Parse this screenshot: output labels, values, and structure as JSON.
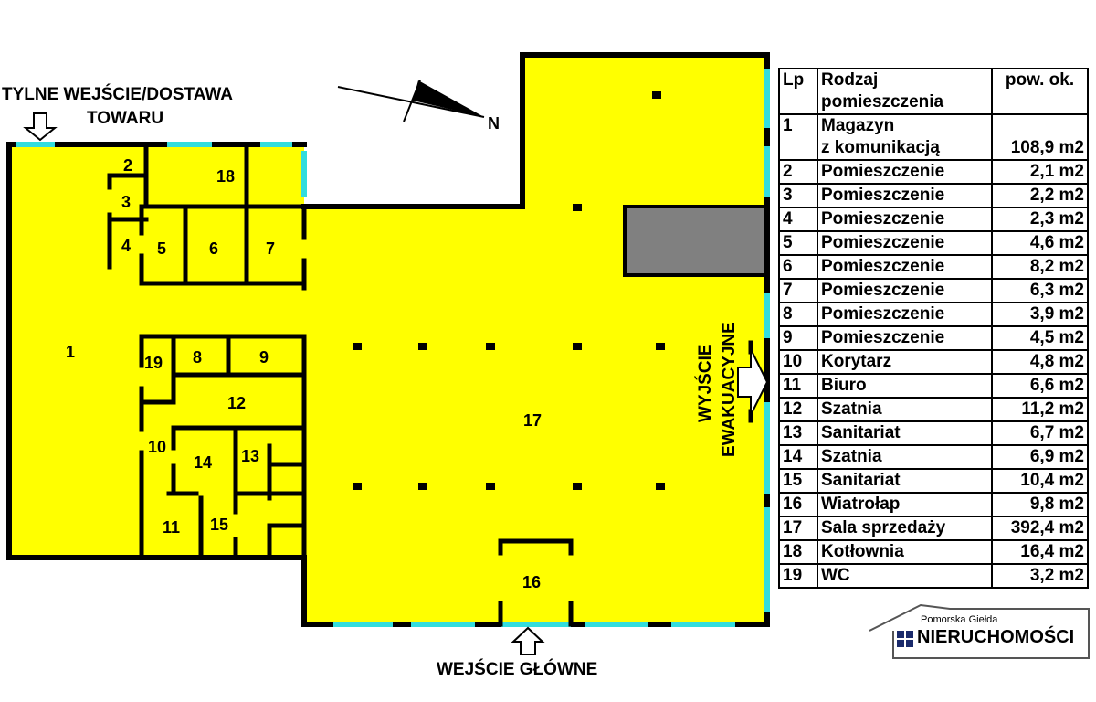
{
  "labels": {
    "back_entrance_line1": "TYLNE WEJŚCIE/DOSTAWA",
    "back_entrance_line2": "TOWARU",
    "north": "N",
    "evac_line1": "WYJŚCIE",
    "evac_line2": "EWAKUACYJNE",
    "main_entrance": "WEJŚCIE GŁÓWNE"
  },
  "room_numbers": [
    "1",
    "2",
    "3",
    "4",
    "5",
    "6",
    "7",
    "8",
    "9",
    "10",
    "11",
    "12",
    "13",
    "14",
    "15",
    "16",
    "17",
    "18",
    "19"
  ],
  "legend": {
    "headers": [
      "Lp",
      "Rodzaj pomieszczenia",
      "pow. ok."
    ],
    "header_col2_line1": "Rodzaj",
    "header_col2_line2": "pomieszczenia",
    "rows": [
      {
        "lp": "1",
        "name_line1": "Magazyn",
        "name_line2": "z komunikacją",
        "area": "108,9 m2"
      },
      {
        "lp": "2",
        "name": "Pomieszczenie",
        "area": "2,1 m2"
      },
      {
        "lp": "3",
        "name": "Pomieszczenie",
        "area": "2,2 m2"
      },
      {
        "lp": "4",
        "name": "Pomieszczenie",
        "area": "2,3 m2"
      },
      {
        "lp": "5",
        "name": "Pomieszczenie",
        "area": "4,6 m2"
      },
      {
        "lp": "6",
        "name": "Pomieszczenie",
        "area": "8,2 m2"
      },
      {
        "lp": "7",
        "name": "Pomieszczenie",
        "area": "6,3 m2"
      },
      {
        "lp": "8",
        "name": "Pomieszczenie",
        "area": "3,9 m2"
      },
      {
        "lp": "9",
        "name": "Pomieszczenie",
        "area": "4,5 m2"
      },
      {
        "lp": "10",
        "name": "Korytarz",
        "area": "4,8 m2"
      },
      {
        "lp": "11",
        "name": "Biuro",
        "area": "6,6 m2"
      },
      {
        "lp": "12",
        "name": "Szatnia",
        "area": "11,2 m2"
      },
      {
        "lp": "13",
        "name": "Sanitariat",
        "area": "6,7 m2"
      },
      {
        "lp": "14",
        "name": "Szatnia",
        "area": "6,9 m2"
      },
      {
        "lp": "15",
        "name": "Sanitariat",
        "area": "10,4 m2"
      },
      {
        "lp": "16",
        "name": "Wiatrołap",
        "area": "9,8 m2"
      },
      {
        "lp": "17",
        "name": "Sala sprzedaży",
        "area": "392,4 m2"
      },
      {
        "lp": "18",
        "name": "Kotłownia",
        "area": "16,4 m2"
      },
      {
        "lp": "19",
        "name": "WC",
        "area": "3,2 m2"
      }
    ]
  },
  "logo": {
    "small_text": "Pomorska Giełda",
    "big_text": "NIERUCHOMOŚCI"
  },
  "colors": {
    "floor": "#ffff00",
    "wall": "#000000",
    "window": "#33dddd",
    "technical_block": "#808080",
    "logo_accent": "#1a2a6b"
  }
}
